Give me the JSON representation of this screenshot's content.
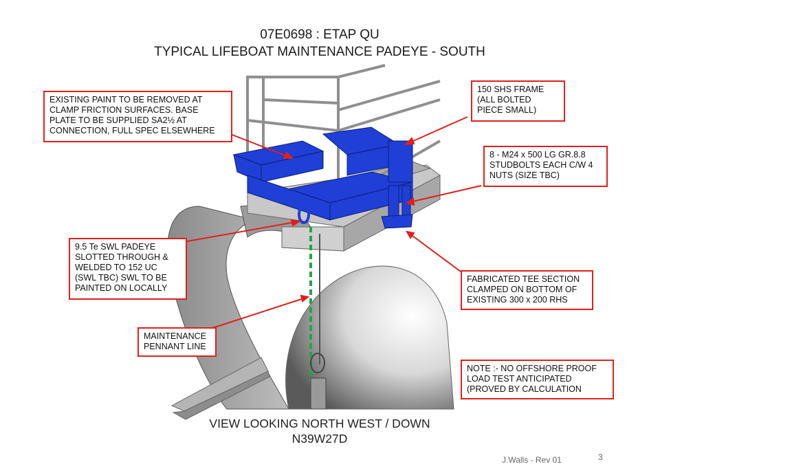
{
  "header": {
    "title_line1": "07E0698 : ETAP QU",
    "title_line2": "TYPICAL LIFEBOAT MAINTENANCE PADEYE - SOUTH"
  },
  "callouts": [
    {
      "id": "paint",
      "text": "EXISTING PAINT TO BE REMOVED AT\nCLAMP FRICTION SURFACES. BASE\nPLATE TO BE SUPPLIED SA2½ AT\nCONNECTION, FULL SPEC ELSEWHERE"
    },
    {
      "id": "frame",
      "text": "150 SHS FRAME\n(ALL BOLTED\nPIECE SMALL)"
    },
    {
      "id": "studbolts",
      "text": "8 - M24 x 500 LG GR.8.8\nSTUDBOLTS EACH C/W 4\nNUTS (SIZE TBC)"
    },
    {
      "id": "padeye",
      "text": "9.5 Te SWL PADEYE\nSLOTTED THROUGH &\nWELDED TO 152 UC\n(SWL TBC) SWL TO BE\nPAINTED ON LOCALLY"
    },
    {
      "id": "tee",
      "text": "FABRICATED TEE SECTION\nCLAMPED ON BOTTOM OF\nEXISTING 300 x 200 RHS"
    },
    {
      "id": "pennant",
      "text": "MAINTENANCE\nPENNANT LINE"
    },
    {
      "id": "note",
      "text": "NOTE :- NO OFFSHORE PROOF\nLOAD TEST ANTICIPATED\n(PROVED BY CALCULATION"
    }
  ],
  "caption": {
    "line1": "VIEW LOOKING NORTH WEST / DOWN",
    "line2": "N39W27D"
  },
  "footer": {
    "author_rev": "J.Walls - Rev 01",
    "page_number": "3"
  },
  "colors": {
    "callout_border": "#e0201c",
    "frame_blue": "#1f3fd6",
    "pennant_green": "#22a447",
    "steel_grey": "#9a9a9a"
  }
}
